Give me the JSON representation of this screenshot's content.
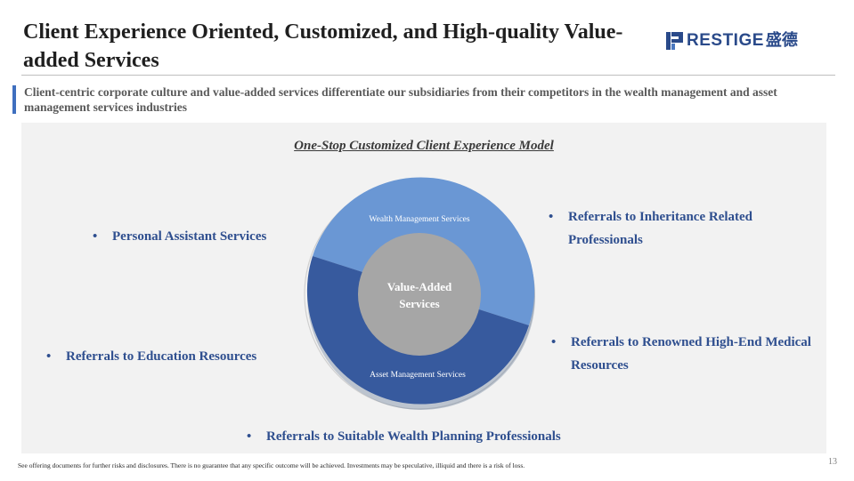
{
  "header": {
    "title": "Client Experience Oriented, Customized, and High-quality Value-added Services",
    "logo_text": "RESTIGE",
    "logo_cn": "盛德",
    "subtitle": "Client-centric corporate culture and value-added services differentiate our subsidiaries from their competitors in the wealth management and asset management services industries"
  },
  "model": {
    "title": "One-Stop Customized Client Experience Model",
    "center_label_line1": "Value-Added",
    "center_label_line2": "Services",
    "top_segment_label": "Wealth Management Services",
    "bottom_segment_label": "Asset Management Services",
    "colors": {
      "top_segment": "#6a97d4",
      "bottom_segment": "#375a9e",
      "center": "#a6a6a6",
      "bullet_text": "#2f4f8f"
    }
  },
  "bullets": {
    "personal_assistant": "Personal Assistant Services",
    "inheritance": "Referrals to Inheritance Related Professionals",
    "education": "Referrals to Education Resources",
    "medical": "Referrals to Renowned High-End Medical Resources",
    "wealth_planning": "Referrals to Suitable Wealth Planning Professionals",
    "bullet_symbol": "•"
  },
  "footer": {
    "disclaimer": "See offering documents for further risks and disclosures. There is no guarantee that any specific outcome will be achieved. Investments may be speculative, illiquid and there is a risk of loss.",
    "page_number": "13"
  }
}
